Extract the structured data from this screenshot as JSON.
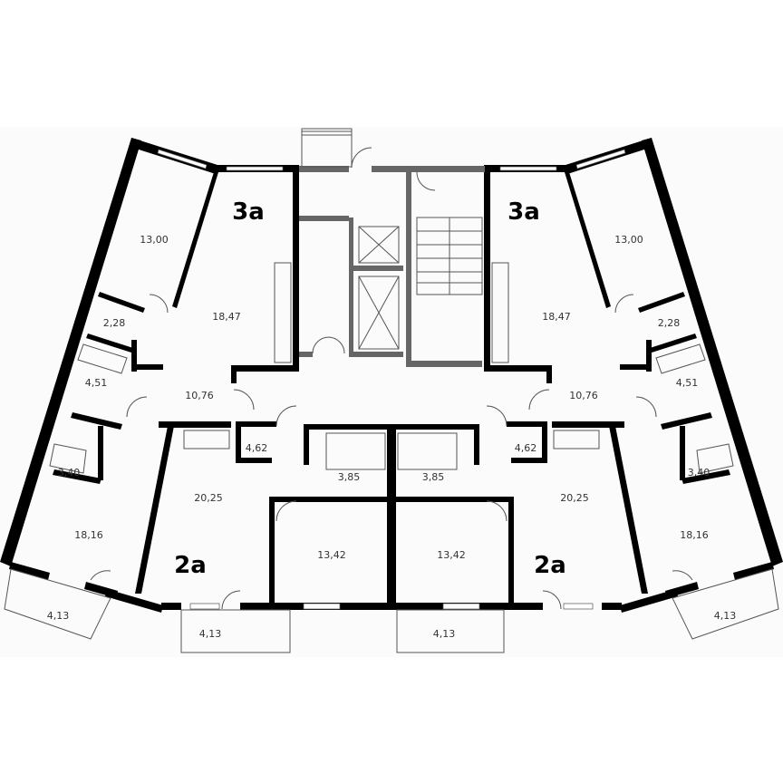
{
  "plan": {
    "apartments": [
      {
        "type": "3а",
        "rooms": {
          "bedroom": "13,00",
          "kitchen_living": "18,47",
          "storage": "2,28",
          "bathroom": "4,51",
          "hall": "10,76",
          "wc": "3,40",
          "room": "18,16",
          "balcony": "4,13"
        }
      },
      {
        "type": "2а",
        "rooms": {
          "wardrobe": "4,62",
          "kitchen_living": "20,25",
          "bathroom": "3,85",
          "room": "13,42",
          "balcony": "4,13"
        }
      },
      {
        "type": "2а",
        "rooms": {
          "wardrobe": "4,62",
          "kitchen_living": "20,25",
          "bathroom": "3,85",
          "room": "13,42",
          "balcony": "4,13"
        }
      },
      {
        "type": "3а",
        "rooms": {
          "bedroom": "13,00",
          "kitchen_living": "18,47",
          "storage": "2,28",
          "bathroom": "4,51",
          "hall": "10,76",
          "wc": "3,40",
          "room": "18,16",
          "balcony": "4,13"
        }
      }
    ],
    "colors": {
      "wall": "#000000",
      "core_wall": "#666666",
      "background": "#ffffff"
    }
  }
}
